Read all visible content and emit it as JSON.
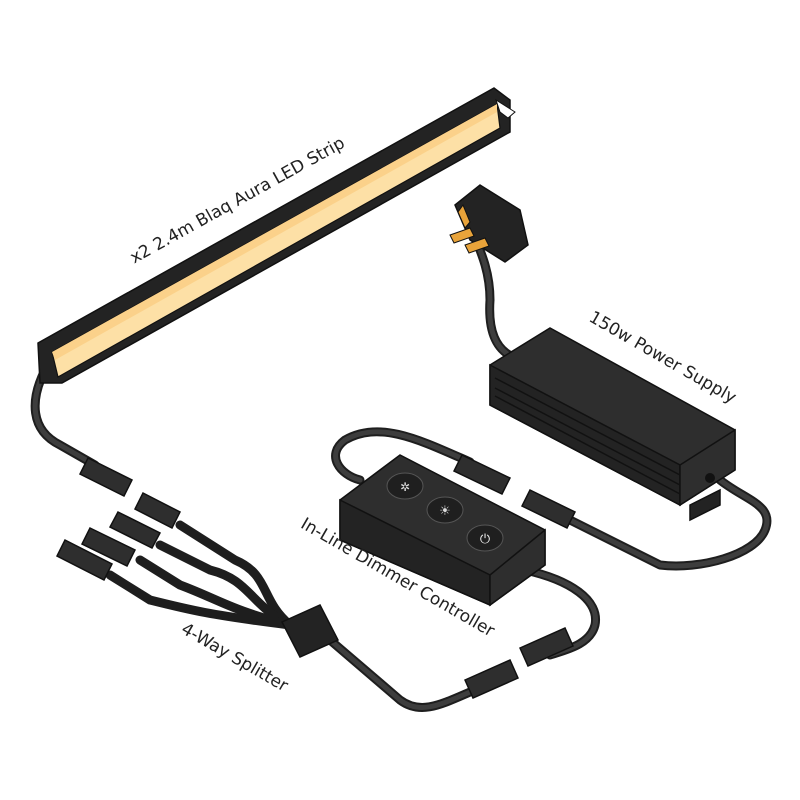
{
  "labels": {
    "led_strip": "x2 2.4m Blaq Aura LED Strip",
    "power_supply": "150w Power Supply",
    "dimmer": "In-Line Dimmer Controller",
    "splitter": "4-Way Splitter"
  },
  "colors": {
    "led_glow": "#fde0a6",
    "body": "#2e2e2e",
    "plug_pins": "#e8a33a"
  }
}
